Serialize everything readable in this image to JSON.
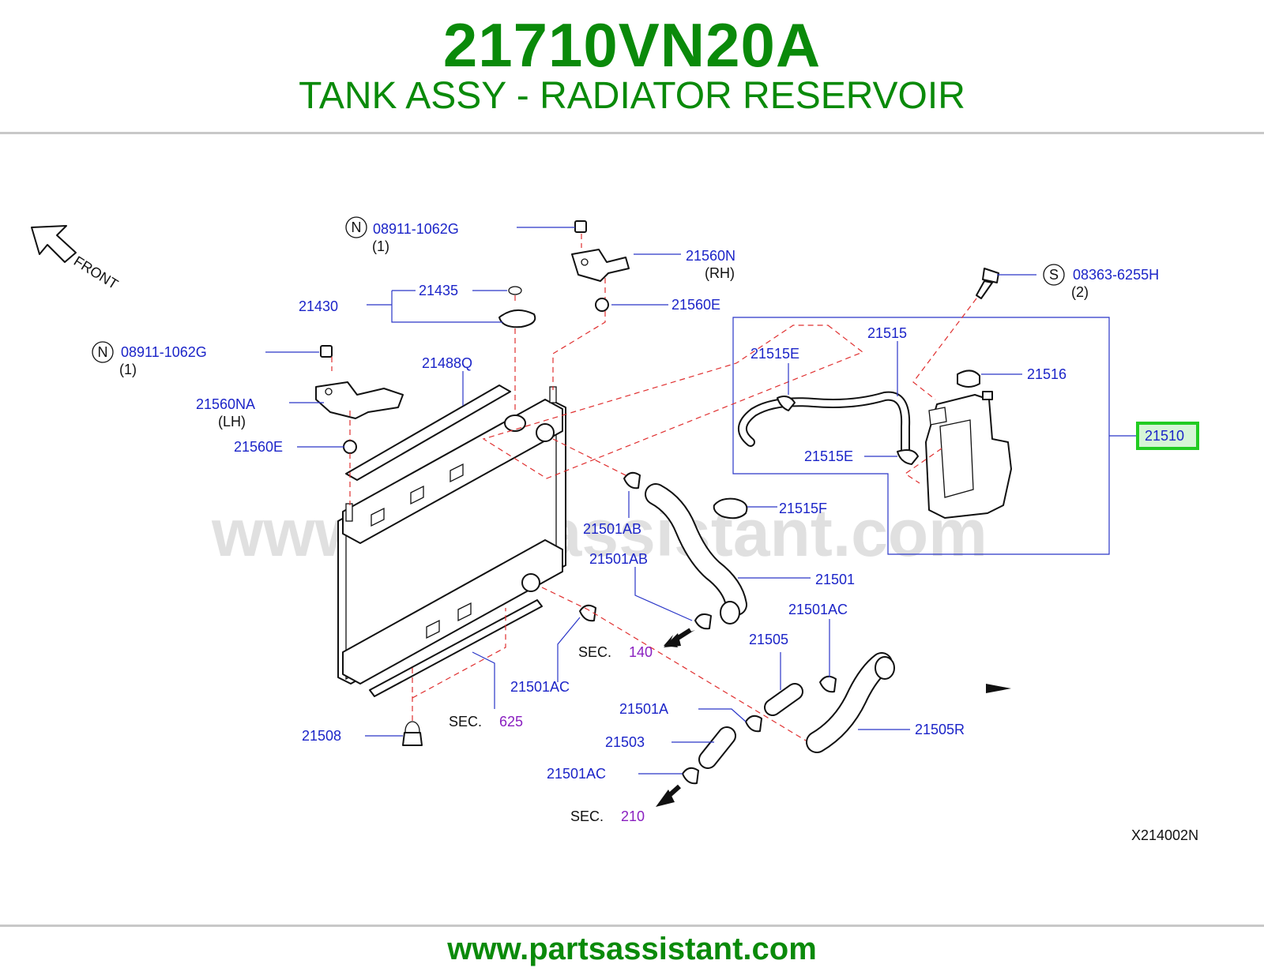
{
  "header": {
    "part_number": "21710VN20A",
    "title": "TANK ASSY - RADIATOR RESERVOIR"
  },
  "diagram": {
    "front_label": "FRONT",
    "watermark": "www.partsassistant.com",
    "drawing_code": "X214002N",
    "highlight_color": "#22cc22",
    "labels": {
      "p08911_top": "08911-1062G",
      "p08911_top_qty": "(1)",
      "p08911_top_prefix": "N",
      "p21560N": "21560N",
      "p21560N_side": "(RH)",
      "p21435": "21435",
      "p21430": "21430",
      "p21560E_top": "21560E",
      "p08363": "08363-6255H",
      "p08363_qty": "(2)",
      "p08363_prefix": "S",
      "p21515": "21515",
      "p21515E_top": "21515E",
      "p21516": "21516",
      "p21510": "21510",
      "p21515E_bot": "21515E",
      "p08911_left": "08911-1062G",
      "p08911_left_qty": "(1)",
      "p08911_left_prefix": "N",
      "p21488Q": "21488Q",
      "p21560NA": "21560NA",
      "p21560NA_side": "(LH)",
      "p21560E_left": "21560E",
      "p21515F": "21515F",
      "p21501AB_1": "21501AB",
      "p21501AB_2": "21501AB",
      "p21501": "21501",
      "p21501AC_1": "21501AC",
      "p21505": "21505",
      "p21501AC_2": "21501AC",
      "p21501A": "21501A",
      "p21505R": "21505R",
      "p21503": "21503",
      "p21501AC_3": "21501AC",
      "p21508": "21508",
      "sec_word": "SEC.",
      "sec_140": "140",
      "sec_625": "625",
      "sec_210": "210"
    }
  },
  "footer": {
    "url": "www.partsassistant.com"
  }
}
